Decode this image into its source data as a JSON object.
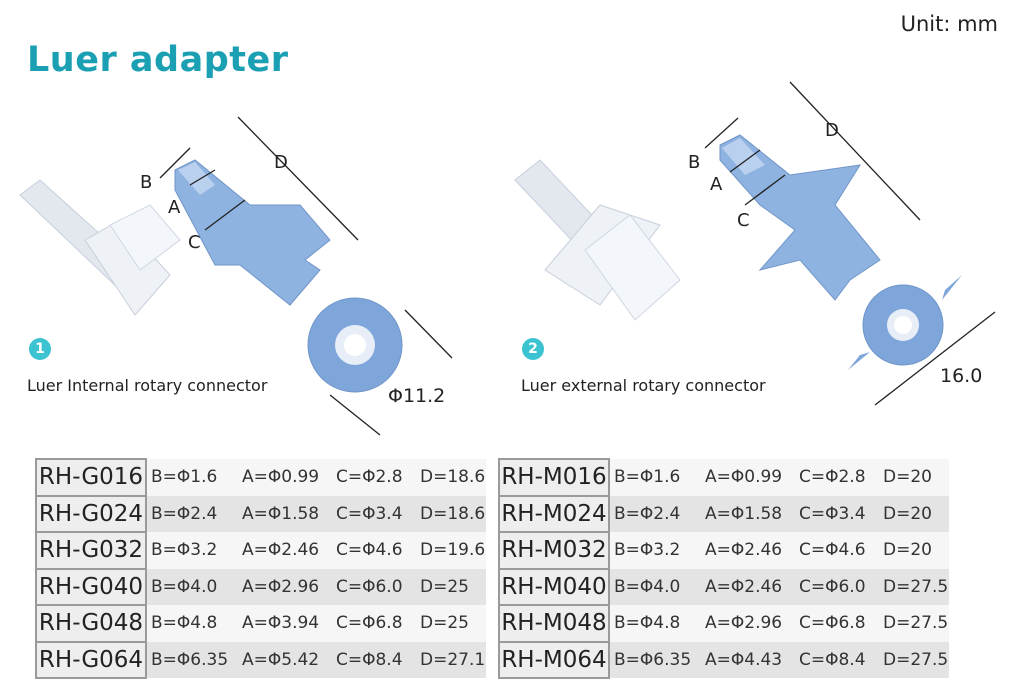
{
  "header": {
    "title": "Luer adapter",
    "unit": "Unit: mm"
  },
  "products": [
    {
      "number": "1",
      "caption": "Luer Internal rotary connector",
      "dims": {
        "B": "B",
        "A": "A",
        "C": "C",
        "D": "D",
        "diameter": "Φ11.2"
      }
    },
    {
      "number": "2",
      "caption": "Luer external rotary connector",
      "dims": {
        "B": "B",
        "A": "A",
        "C": "C",
        "D": "D",
        "width": "16.0"
      }
    }
  ],
  "tables": [
    {
      "rows": [
        {
          "code": "RH-G016",
          "B": "B=Φ1.6",
          "A": "A=Φ0.99",
          "C": "C=Φ2.8",
          "D": "D=18.6"
        },
        {
          "code": "RH-G024",
          "B": "B=Φ2.4",
          "A": "A=Φ1.58",
          "C": "C=Φ3.4",
          "D": "D=18.6"
        },
        {
          "code": "RH-G032",
          "B": "B=Φ3.2",
          "A": "A=Φ2.46",
          "C": "C=Φ4.6",
          "D": "D=19.6"
        },
        {
          "code": "RH-G040",
          "B": "B=Φ4.0",
          "A": "A=Φ2.96",
          "C": "C=Φ6.0",
          "D": "D=25"
        },
        {
          "code": "RH-G048",
          "B": "B=Φ4.8",
          "A": "A=Φ3.94",
          "C": "C=Φ6.8",
          "D": "D=25"
        },
        {
          "code": "RH-G064",
          "B": "B=Φ6.35",
          "A": "A=Φ5.42",
          "C": "C=Φ8.4",
          "D": "D=27.1"
        }
      ]
    },
    {
      "rows": [
        {
          "code": "RH-M016",
          "B": "B=Φ1.6",
          "A": "A=Φ0.99",
          "C": "C=Φ2.8",
          "D": "D=20"
        },
        {
          "code": "RH-M024",
          "B": "B=Φ2.4",
          "A": "A=Φ1.58",
          "C": "C=Φ3.4",
          "D": "D=20"
        },
        {
          "code": "RH-M032",
          "B": "B=Φ3.2",
          "A": "A=Φ2.46",
          "C": "C=Φ4.6",
          "D": "D=20"
        },
        {
          "code": "RH-M040",
          "B": "B=Φ4.0",
          "A": "A=Φ2.46",
          "C": "C=Φ6.0",
          "D": "D=27.5"
        },
        {
          "code": "RH-M048",
          "B": "B=Φ4.8",
          "A": "A=Φ2.96",
          "C": "C=Φ6.8",
          "D": "D=27.5"
        },
        {
          "code": "RH-M064",
          "B": "B=Φ6.35",
          "A": "A=Φ4.43",
          "C": "C=Φ8.4",
          "D": "D=27.5"
        }
      ]
    }
  ],
  "colors": {
    "brand": "#1b9fb2",
    "badge": "#3cc3d1",
    "part_blue": "#8fb3e0",
    "part_light": "#dfe6f0"
  }
}
